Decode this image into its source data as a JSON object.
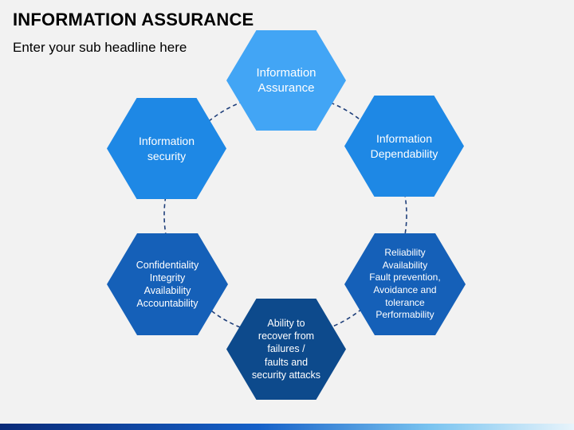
{
  "header": {
    "title": "INFORMATION ASSURANCE",
    "subtitle": "Enter your sub headline here"
  },
  "hexagons": {
    "top": {
      "lines": [
        "Information",
        "Assurance"
      ]
    },
    "upper_right": {
      "lines": [
        "Information",
        "Dependability"
      ]
    },
    "upper_left": {
      "lines": [
        "Information",
        "security"
      ]
    },
    "lower_right": {
      "lines": [
        "Reliability",
        "Availability",
        "Fault prevention,",
        "Avoidance and",
        "tolerance",
        "Performability"
      ]
    },
    "lower_left": {
      "lines": [
        "Confidentiality",
        "Integrity",
        "Availability",
        "Accountability"
      ]
    },
    "bottom": {
      "lines": [
        "Ability to",
        "recover from",
        "failures /",
        "faults and",
        "security attacks"
      ]
    }
  },
  "colors": {
    "bright_blue": "#42a5f5",
    "mid_blue": "#1e88e5",
    "dark_blue": "#1560b8",
    "navy": "#0d4a8c",
    "connector": "#1f3f7a"
  }
}
